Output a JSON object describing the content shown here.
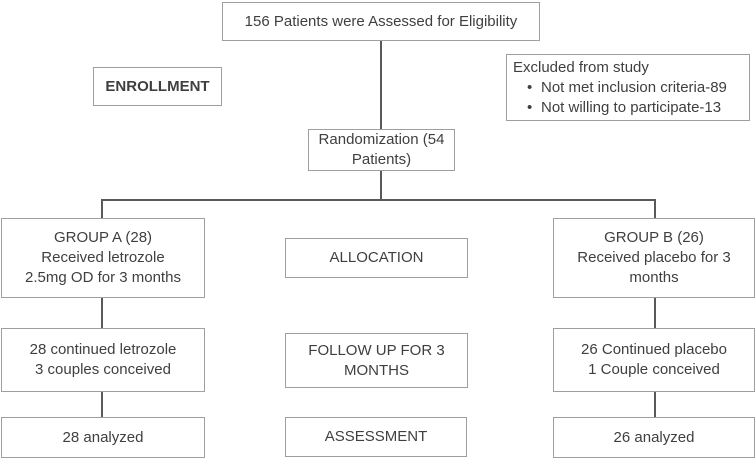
{
  "colors": {
    "box_border": "#9f9f9f",
    "connector_line": "#595959",
    "text": "#3f3f3f",
    "background": "#ffffff"
  },
  "flow": {
    "assessed": "156 Patients were Assessed for Eligibility",
    "excluded": {
      "title": "Excluded from study",
      "bullets": [
        "Not met inclusion criteria-89",
        "Not willing to participate-13"
      ]
    },
    "randomization": [
      "Randomization (54",
      "Patients)"
    ],
    "group_a": [
      "GROUP A (28)",
      "Received letrozole",
      "2.5mg OD for 3 months"
    ],
    "group_b": [
      "GROUP B (26)",
      "Received placebo for 3",
      "months"
    ],
    "followup_a": [
      "28 continued letrozole",
      "3 couples conceived"
    ],
    "followup_b": [
      "26 Continued placebo",
      "1 Couple conceived"
    ],
    "analyzed_a": "28 analyzed",
    "analyzed_b": "26 analyzed"
  },
  "stage_labels": {
    "enrollment": "ENROLLMENT",
    "allocation": "ALLOCATION",
    "followup": [
      "FOLLOW UP FOR 3",
      "MONTHS"
    ],
    "assessment": "ASSESSMENT"
  }
}
